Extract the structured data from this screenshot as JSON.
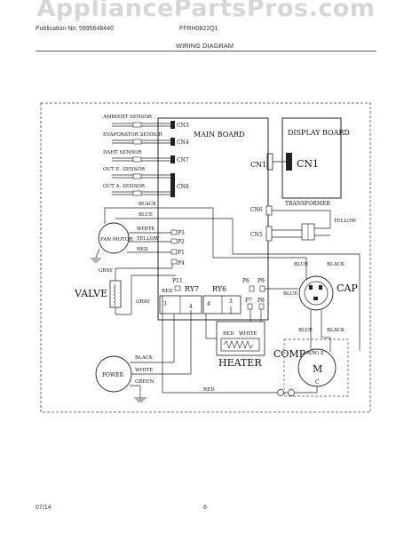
{
  "watermark": "AppliancePartsPros.com",
  "header": {
    "publication": "Publication No: 5995648440",
    "model": "FFRH0822Q1",
    "title": "WIRING DIAGRAM"
  },
  "footer": {
    "date": "07/14",
    "page": "6"
  },
  "diagram": {
    "main_board": "MAIN BOARD",
    "display_board": "DISPLAY BOARD",
    "cn1_left": "CN1",
    "cn1_right": "CN1",
    "cn3": "CN3",
    "cn4": "CN4",
    "cn7": "CN7",
    "cn8": "CN8",
    "cn6": "CN6",
    "cn5": "CN5",
    "transformer": "TRANSFORMER",
    "yellow_tr": "YELLOW",
    "ambient_sensor": "AMBIENT SENSOR",
    "evaporator_sensor": "EVAPORATOR SENSOR",
    "daht_sensor": "DAHT SENSOR",
    "out_e_sensor": "OUT E. SENSOR",
    "out_a_sensor": "OUT A. SENSOR",
    "black_top": "BLACK",
    "blue_top": "BLUE",
    "white_fan": "WHITE",
    "yellow_fan": "YELLOW",
    "red_fan": "RED",
    "fan_motor": "FAN MOTOR",
    "p3": "P3",
    "p2": "P2",
    "p1": "P1",
    "p4": "P4",
    "gray_valve_top": "GRAY",
    "gray_valve_right": "GRAY",
    "valve": "VALVE",
    "p11": "P11",
    "red_p11": "RED",
    "ry7": "RY7",
    "ry6": "RY6",
    "n3_left": "3",
    "n4_left": "4",
    "n4_right": "4",
    "n3_right": "3",
    "p6": "P6",
    "p9": "P9",
    "p7": "P7",
    "p8": "P8",
    "blue_cap_left": "BLUE",
    "black_cap_right": "BLACK",
    "cap": "CAP",
    "blue_cap_bottom": "BLUE",
    "black_cap_bottom": "BLACK",
    "red_heater": "RED",
    "white_heater": "WHITE",
    "heater": "HEATER",
    "comp": "COMP",
    "r_m_s": "R(M)  S",
    "m_letter": "M",
    "c_letter": "C",
    "power": "POWER",
    "black_power": "BLACK",
    "white_power": "WHITE",
    "green_power": "GREEN",
    "red_bottom": "RED"
  }
}
